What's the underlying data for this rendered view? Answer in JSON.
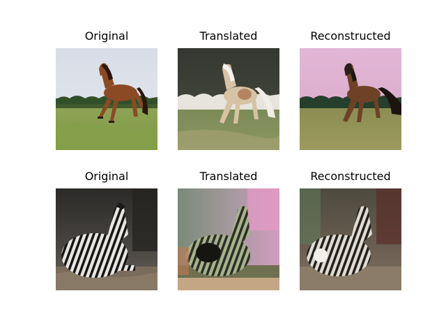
{
  "grid": {
    "rows": [
      {
        "subject": "horse",
        "panels": [
          {
            "title": "Original",
            "image": "horse-original"
          },
          {
            "title": "Translated",
            "image": "horse-translated"
          },
          {
            "title": "Reconstructed",
            "image": "horse-reconstructed"
          }
        ]
      },
      {
        "subject": "zebra",
        "panels": [
          {
            "title": "Original",
            "image": "zebra-original"
          },
          {
            "title": "Translated",
            "image": "zebra-translated"
          },
          {
            "title": "Reconstructed",
            "image": "zebra-reconstructed"
          }
        ]
      }
    ]
  }
}
